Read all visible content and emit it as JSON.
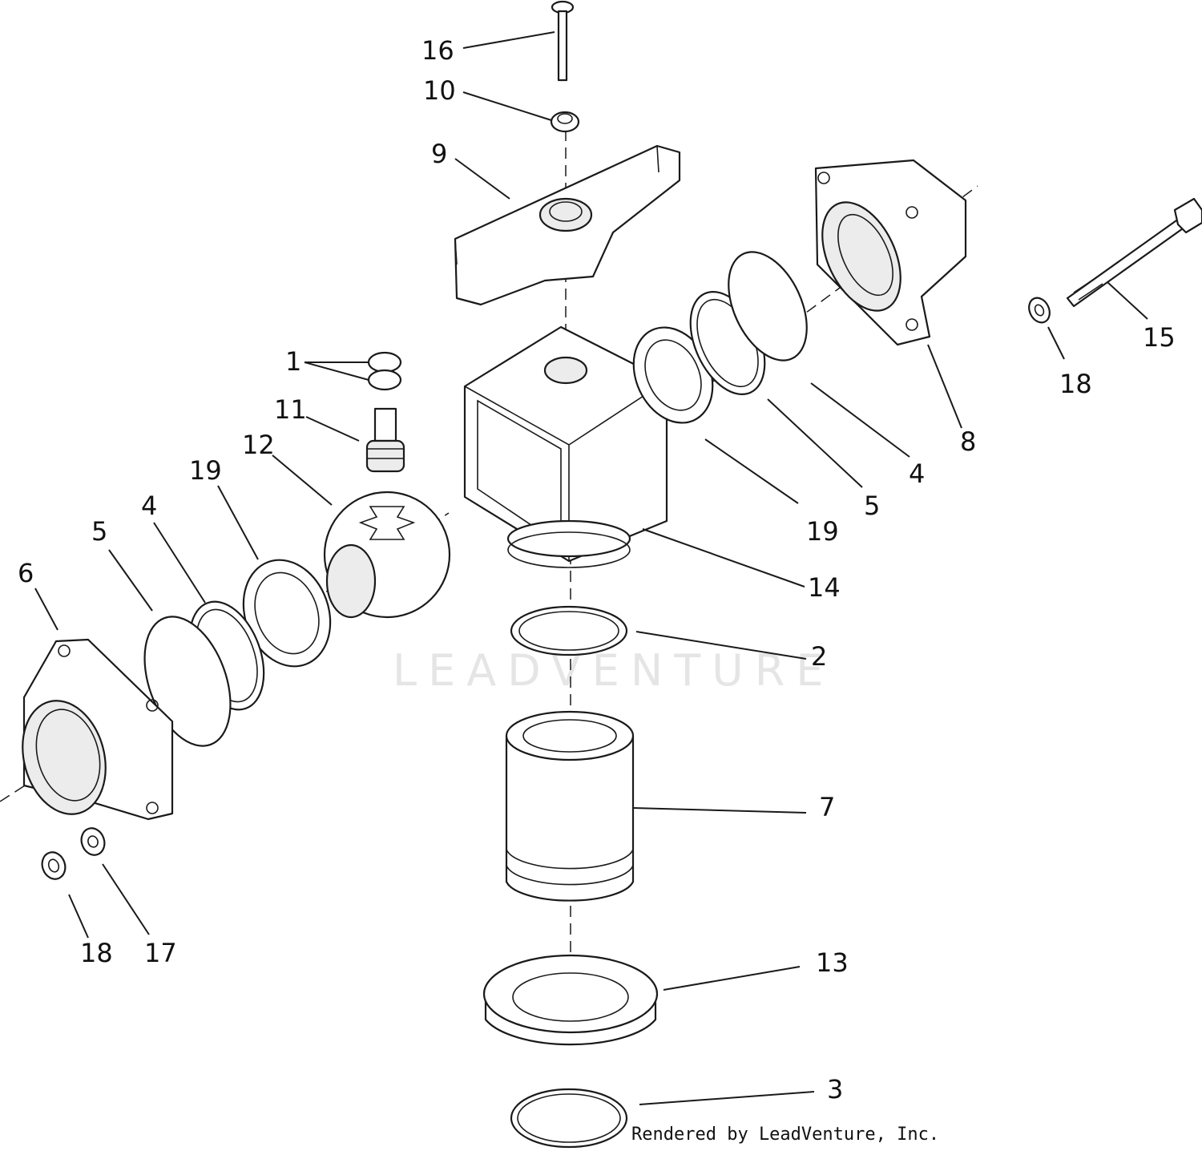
{
  "diagram": {
    "watermark": "LEADVENTURE",
    "credit": "Rendered by LeadVenture, Inc.",
    "callouts": [
      {
        "id": "c16",
        "label": "16"
      },
      {
        "id": "c10",
        "label": "10"
      },
      {
        "id": "c9",
        "label": "9"
      },
      {
        "id": "c1",
        "label": "1"
      },
      {
        "id": "c11",
        "label": "11"
      },
      {
        "id": "c12",
        "label": "12"
      },
      {
        "id": "c19a",
        "label": "19"
      },
      {
        "id": "c4a",
        "label": "4"
      },
      {
        "id": "c5a",
        "label": "5"
      },
      {
        "id": "c6",
        "label": "6"
      },
      {
        "id": "c18a",
        "label": "18"
      },
      {
        "id": "c17",
        "label": "17"
      },
      {
        "id": "c15",
        "label": "15"
      },
      {
        "id": "c18b",
        "label": "18"
      },
      {
        "id": "c8",
        "label": "8"
      },
      {
        "id": "c4b",
        "label": "4"
      },
      {
        "id": "c5b",
        "label": "5"
      },
      {
        "id": "c19b",
        "label": "19"
      },
      {
        "id": "c14",
        "label": "14"
      },
      {
        "id": "c2",
        "label": "2"
      },
      {
        "id": "c7",
        "label": "7"
      },
      {
        "id": "c13",
        "label": "13"
      },
      {
        "id": "c3",
        "label": "3"
      }
    ]
  }
}
